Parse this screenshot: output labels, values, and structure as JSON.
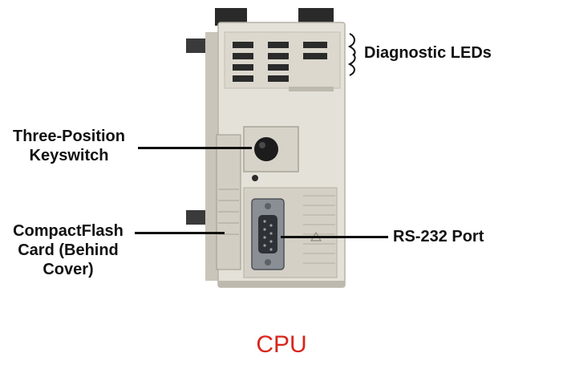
{
  "labels": {
    "diagnostic_leds": "Diagnostic LEDs",
    "keyswitch_line1": "Three-Position",
    "keyswitch_line2": "Keyswitch",
    "compactflash_line1": "CompactFlash",
    "compactflash_line2": "Card (Behind",
    "compactflash_line3": "Cover)",
    "rs232_port": "RS-232 Port"
  },
  "caption": "CPU",
  "colors": {
    "caption": "#d7261e",
    "text": "#111111",
    "module_body": "#e4e1d8",
    "module_shadow": "#bdb9ae",
    "connector_metal": "#8a8f96"
  }
}
